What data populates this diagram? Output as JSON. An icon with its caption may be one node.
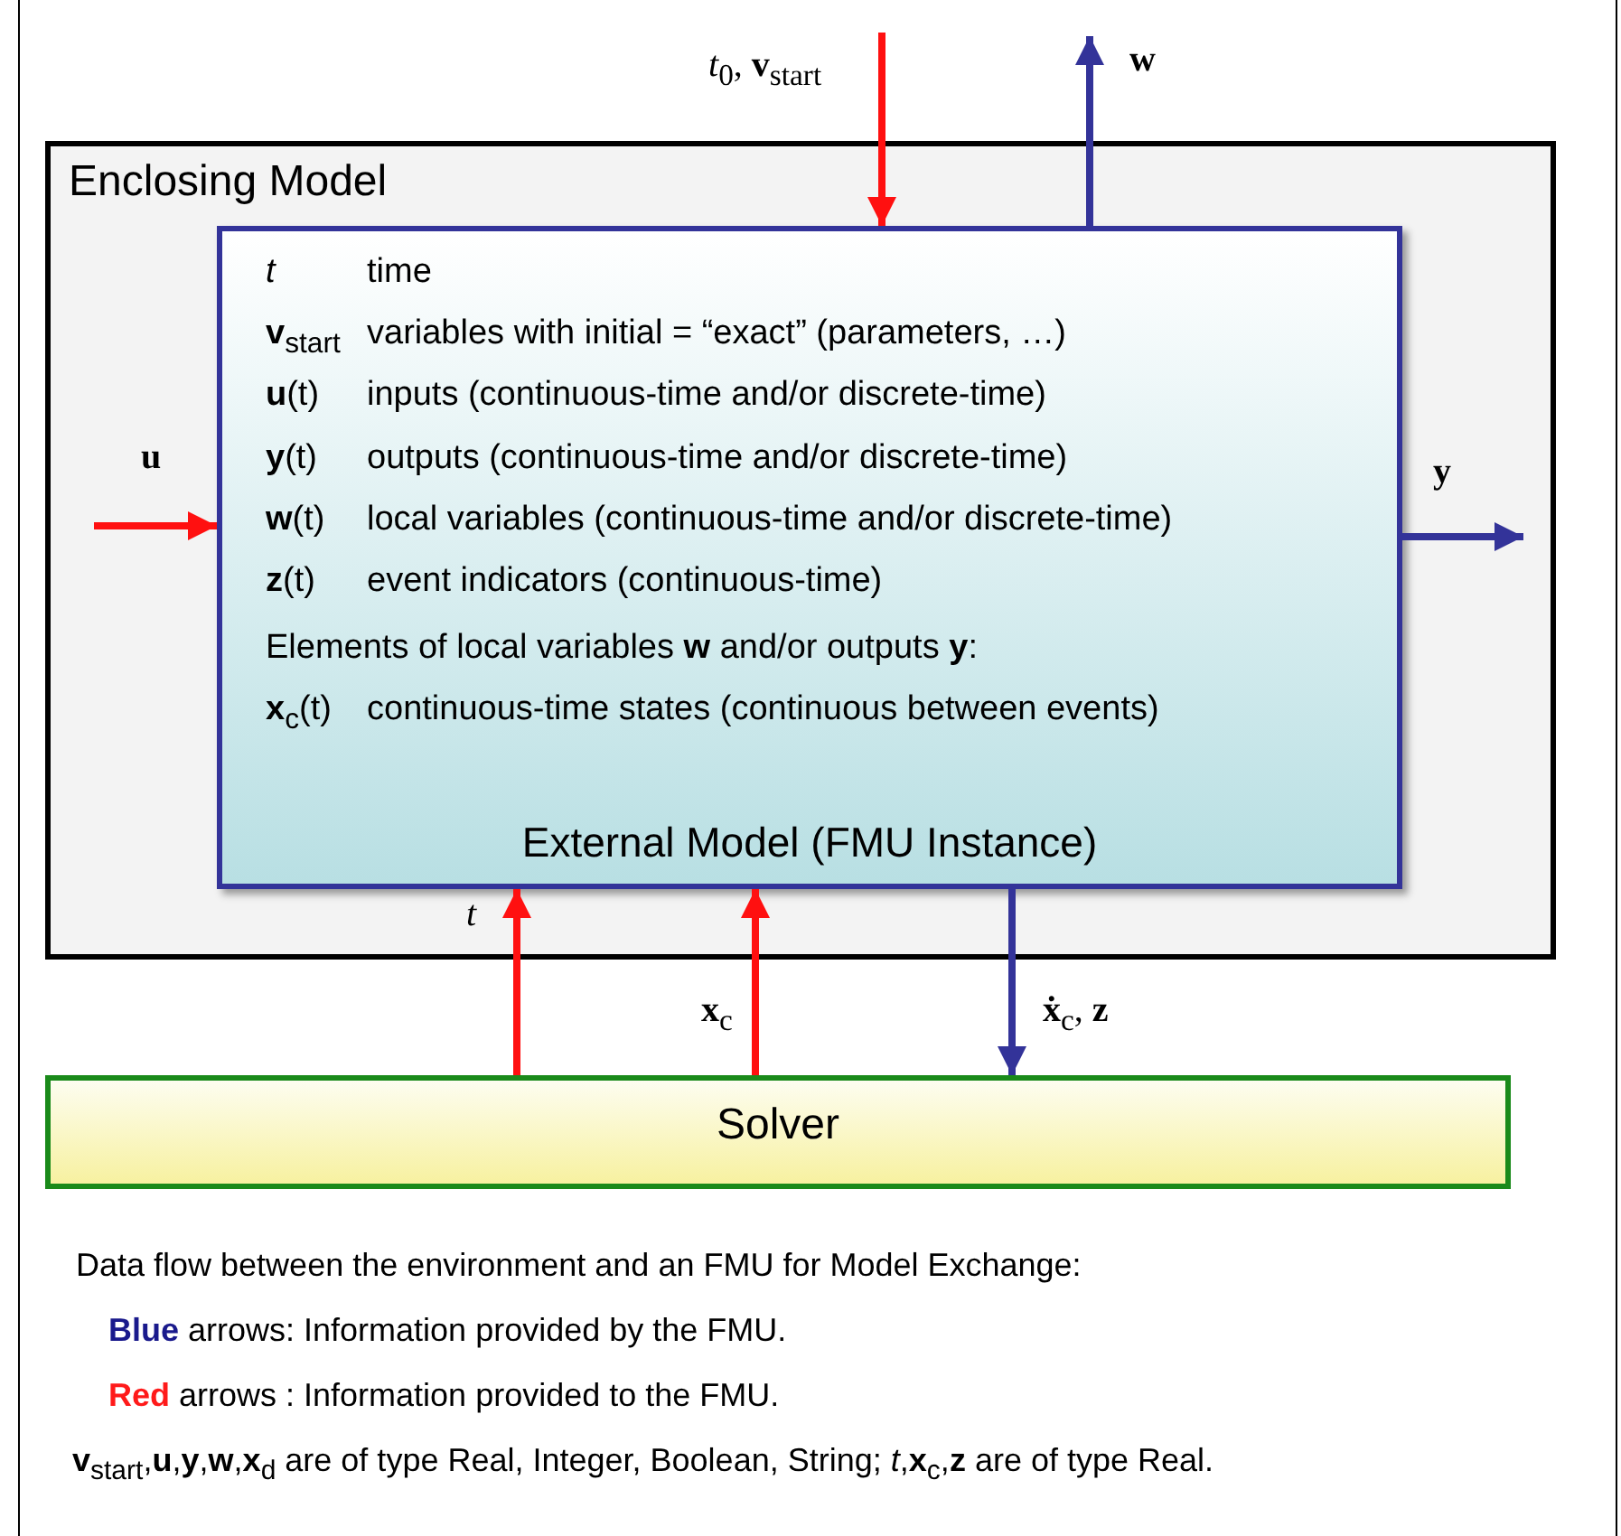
{
  "diagram": {
    "caption": "Data flow between the environment and an FMU for Model Exchange:",
    "nodes": [
      {
        "text": [
          "Enclosing Model"
        ]
      },
      {
        "text": [
          "*t* time",
          "**v**$_{start}$ variables with initial = “exact” (parameters, …)",
          "**u**(t) inputs (continuous-time and/or discrete-time)",
          "**y**(t) outputs (continuous-time and/or discrete-time)",
          "**w**(t) local variables (continuous-time and/or discrete-time)",
          "**z**(t) event indicators (continuous-time)",
          "Elements of local variables **w** and/or outputs **y**:",
          "**x**$_{c}$(t) continuous-time states (continuous between events)",
          "External Model (FMU Instance)"
        ],
        "in": 0
      },
      {
        "text": [
          "Solver"
        ]
      }
    ],
    "edges": [
      {
        "from": null,
        "to": 1,
        "arrow": "to",
        "label": "*t*$_{0}$, **v**$_{start}$"
      },
      {
        "from": 1,
        "to": null,
        "arrow": "to",
        "label": "**w**",
        "color": "#333399"
      },
      {
        "from": null,
        "to": 1,
        "arrow": "to",
        "label": "**u**"
      },
      {
        "from": 1,
        "to": null,
        "arrow": "to",
        "label": "**y**",
        "color": "#333399"
      },
      {
        "from": 2,
        "to": 1,
        "arrow": "to",
        "label": "*t*"
      },
      {
        "from": 2,
        "to": 1,
        "arrow": "to",
        "label": "**x**$_{c}$"
      },
      {
        "from": 1,
        "to": 2,
        "arrow": "to",
        "label": "**ẋ**$_{c}$, **z**",
        "color": "#333399"
      }
    ],
    "labels": [
      "**v**$_{start}$,**u**,**y**,**w**,**x**$_{d}$ are of type Real, Integer, Boolean, String; *t*,**x**$_{c}$,**z** are of type Real."
    ],
    "legend": [
      {
        "text": "Blue arrows: Information provided by the FMU.",
        "color": "#1a1a8c"
      },
      {
        "text": "Red arrows : Information provided to the FMU.",
        "color": "#ff1a1a"
      }
    ]
  }
}
